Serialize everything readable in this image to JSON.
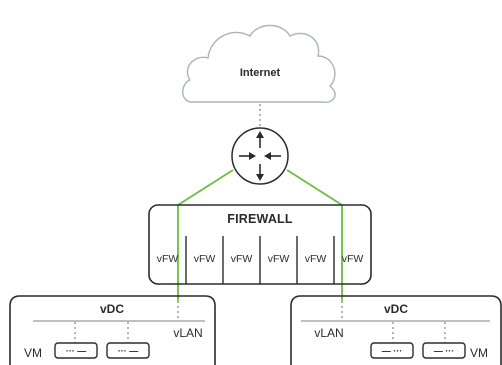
{
  "diagram": {
    "internet": {
      "label": "Internet"
    },
    "router": {
      "icon": "router-icon"
    },
    "firewall": {
      "title": "FIREWALL",
      "instances": [
        "vFW",
        "vFW",
        "vFW",
        "vFW",
        "vFW",
        "vFW"
      ]
    },
    "vdc_left": {
      "title": "vDC",
      "vlan_label": "vLAN",
      "vm_label": "VM",
      "vm_box_text": [
        "··· —",
        "··· —"
      ]
    },
    "vdc_right": {
      "title": "vDC",
      "vlan_label": "vLAN",
      "vm_label": "VM",
      "vm_box_text": [
        "— ···",
        "— ···"
      ]
    },
    "colors": {
      "link": "#6cbf3e",
      "outline": "#2b2b2b",
      "dotted": "#9a9a9a",
      "cloud": "#aeb3b8"
    }
  }
}
